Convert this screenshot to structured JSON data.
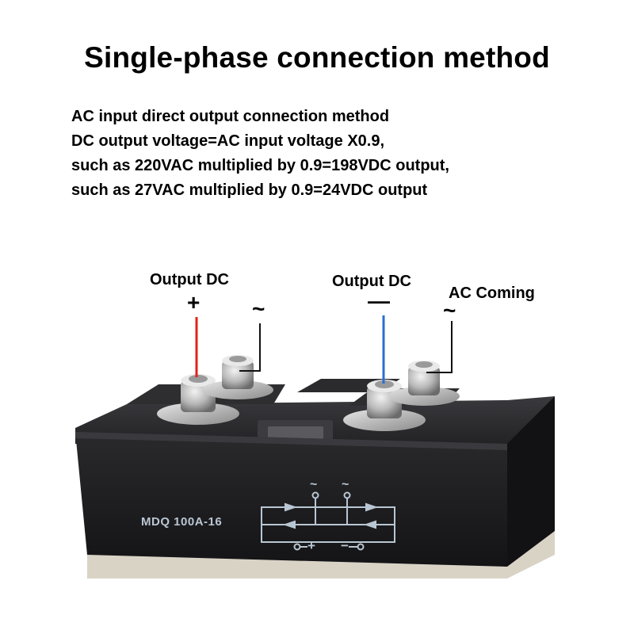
{
  "title": "Single-phase connection method",
  "description": {
    "lines": [
      "AC input direct output connection method",
      "DC output voltage=AC input voltage X0.9,",
      "such as 220VAC multiplied by 0.9=198VDC output,",
      "such as 27VAC multiplied by 0.9=24VDC output"
    ]
  },
  "diagram": {
    "label_output_dc_positive": "Output DC",
    "label_output_dc_negative": "Output DC",
    "label_ac_coming": "AC Coming",
    "symbol_plus": "+",
    "symbol_minus": "—",
    "symbol_ac_left": "~",
    "symbol_ac_right": "~",
    "wire_positive_color": "#e0231b",
    "wire_negative_color": "#2a6fd1"
  },
  "module": {
    "marking": "MDQ  100A-16",
    "circuit_tilde_1": "~",
    "circuit_tilde_2": "~",
    "circuit_plus": "+",
    "circuit_minus": "−",
    "body_color": "#1c1c1e",
    "print_color": "#b9c6d3"
  }
}
